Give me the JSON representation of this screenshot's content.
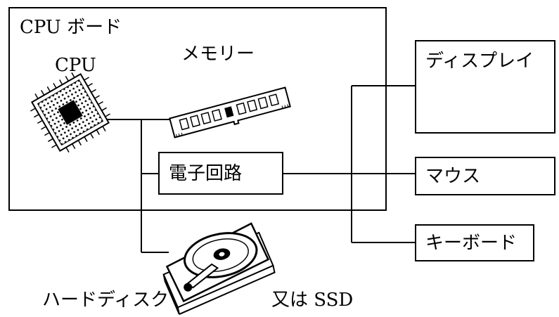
{
  "board": {
    "title": "CPU ボード"
  },
  "cpu": {
    "label": "CPU"
  },
  "memory": {
    "label": "メモリー"
  },
  "circuit": {
    "label": "電子回路"
  },
  "display": {
    "label": "ディスプレイ"
  },
  "mouse": {
    "label": "マウス"
  },
  "keyboard": {
    "label": "キーボード"
  },
  "storage": {
    "label_left": "ハードディスク",
    "label_right": "又は SSD"
  },
  "icons": [
    "cpu-chip-icon",
    "memory-module-icon",
    "hard-disk-icon"
  ]
}
